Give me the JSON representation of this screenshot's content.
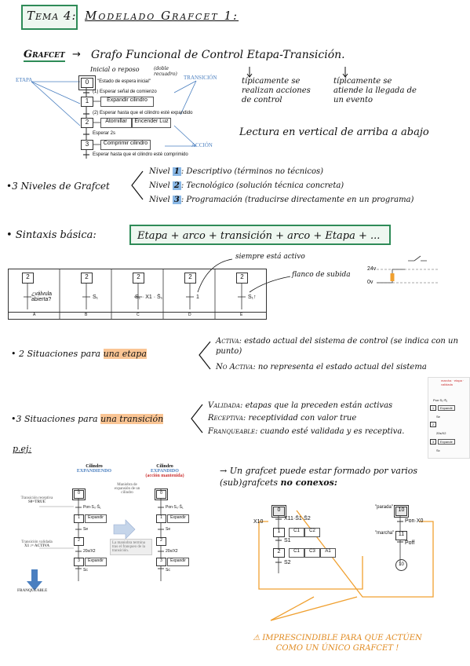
{
  "header": {
    "tema": "Tema 4:",
    "title": "Modelado Grafcet 1:"
  },
  "grafcet_def": {
    "term": "Grafcet",
    "arrow": "→",
    "definition": "Grafo Funcional de Control Etapa-Transición."
  },
  "diagram1": {
    "label_etapa": "ETAPA",
    "label_transicion": "TRANSICIÓN",
    "label_accion": "ACCIÓN",
    "inicial_note": "Inicial o reposo",
    "doble_note": "(doble recuadro)",
    "step0": "0",
    "step0_desc": "\"Estado de espera inicial\"",
    "t1": "(1) Esperar señal de comienzo",
    "step1": "1",
    "step1_action": "Expandir cilindro",
    "t2": "(2) Esperar hasta que el cilindro esté expandido",
    "step2": "2",
    "step2_action1": "Atornillar",
    "step2_action2": "Encender Luz",
    "t3": "Esperar 2s",
    "step3": "3",
    "step3_action": "Comprimir cilindro",
    "t4": "Esperar hasta que el cilindro esté comprimido"
  },
  "notes_right": {
    "etapas_note": "típicamente se realizan acciones de control",
    "trans_note": "típicamente se atiende la llegada de un evento",
    "lectura": "Lectura en vertical de arriba a abajo"
  },
  "niveles": {
    "intro": "•3 Niveles de Grafcet",
    "n1_label": "Nivel",
    "n1_num": "1",
    "n1_text": ": Descriptivo (términos no técnicos)",
    "n2_label": "Nivel",
    "n2_num": "2",
    "n2_text": ": Tecnológico (solución técnica concreta)",
    "n3_label": "Nivel",
    "n3_num": "3",
    "n3_text": ": Programación (traducirse directamente en un programa)"
  },
  "sintaxis": {
    "label": "• Sintaxis básica:",
    "formula": "Etapa + arco + transición + arco + Etapa + ..."
  },
  "table": {
    "annot_siempre": "siempre está activo",
    "annot_flanco": "flanco de subida",
    "v24": "24v",
    "v0": "0v",
    "step": "2",
    "cells": [
      "¿válvula abierta?",
      "S₁",
      "S₁ · X1 · S̄₁",
      "1",
      "S₁↑"
    ],
    "cols": [
      "A",
      "B",
      "C",
      "D",
      "E"
    ]
  },
  "situaciones_etapa": {
    "intro_pre": "• 2 Situaciones para",
    "intro_hl": "una etapa",
    "activa_label": "Activa:",
    "activa_text": "estado actual del sistema de control (se indica con un punto)",
    "noactiva_label": "No Activa:",
    "noactiva_text": "no representa el estado actual del sistema"
  },
  "mini_grafcet": {
    "top_note": "marcha · etapa · validada",
    "t1": "Pon·S₀·S̄₁",
    "s1": "1",
    "a1": "Expandir",
    "t2": "Se",
    "s2": "2",
    "t3": "20s/X2",
    "s3": "3",
    "a3": "Expandir",
    "t4": "Sc"
  },
  "situaciones_trans": {
    "intro_pre": "•3 Situaciones para",
    "intro_hl": "una transición",
    "validada_label": "Validada:",
    "validada_text": "etapas que la preceden están activas",
    "receptiva_label": "Receptiva:",
    "receptiva_text": "receptividad con valor true",
    "franq_label": "Franqueable:",
    "franq_text": "cuando esté validada y es receptiva."
  },
  "ejemplo": {
    "label": "p.ej:",
    "left_title": "Cilindro",
    "left_sub": "EXPANDIENDO",
    "mid_title": "Cilindro",
    "mid_sub": "EXPANDIDO",
    "mid_sub2": "(acción mantenida)",
    "note_receptiva": "Transición receptiva",
    "note_receptiva2": "S0=TRUE",
    "note_validada": "Transición validada",
    "note_validada2": "X1 := ACTIVA",
    "franqueable": "FRANQUEABLE",
    "maniobra": "Maniobra de expansión de un cilindro",
    "maniobra2": "La maniobra termina tras el franqueo de la transición.",
    "step0": "0",
    "t1": "Pon·S₀·S̄₁",
    "step1": "1",
    "act1": "Expandir",
    "t2": "Se",
    "step2": "2",
    "t3": "20s/X2",
    "step3": "3",
    "act3": "Expandir",
    "t4": "Sc"
  },
  "subgrafcets": {
    "text": "→ Un grafcet puede estar formado por varios (sub)grafcets",
    "text_bold": "no conexos:",
    "x10": "X10",
    "s0": "0",
    "t0": "X11·S̄1·S̄2",
    "s1": "1",
    "s1_a": "C1",
    "s1_b": "C2",
    "t1": "S1",
    "s2": "2",
    "s2_a": "C1",
    "s2_b": "C3",
    "s2_c": "A1",
    "t2": "S2",
    "parada": "\"parada\"",
    "s10": "10",
    "pon_x0": "Pon·X0",
    "marcha": "\"marcha\"",
    "s11": "11",
    "poff": "Poff",
    "s10b": "10",
    "warning": "⚠ IMPRESCINDIBLE PARA QUE ACTÚEN COMO UN ÚNICO GRAFCET !"
  },
  "colors": {
    "header_box": "#2e8b57",
    "header_bg": "#eef7f0",
    "blue": "#4a7fc0",
    "orange": "#f0a030",
    "green_box": "#2e8b57"
  }
}
